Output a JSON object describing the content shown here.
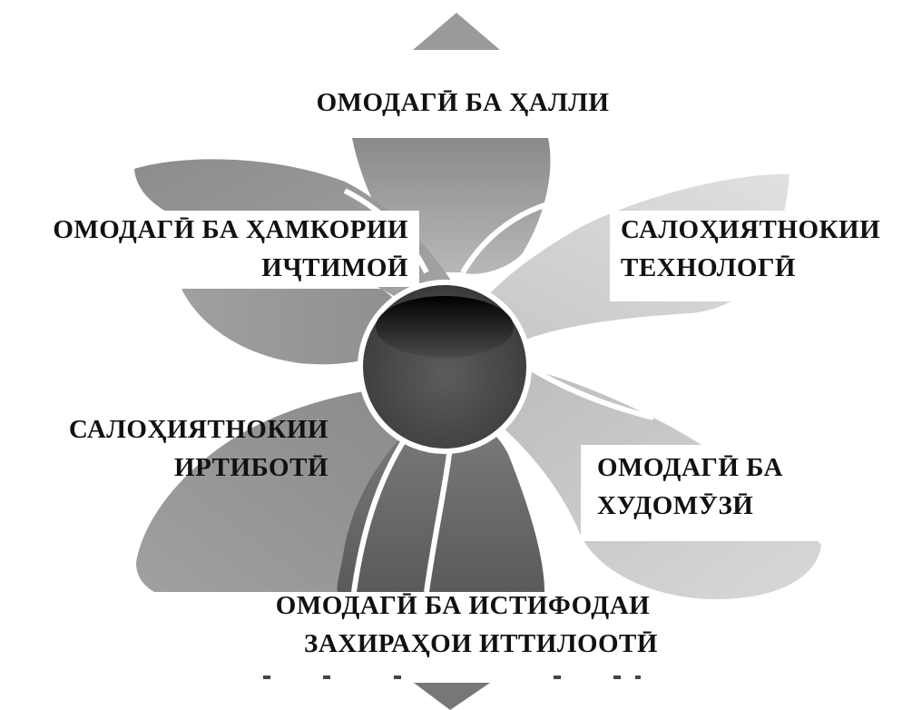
{
  "labels": {
    "top": [
      "ОМОДАГӢ БА ҲАЛЛИ"
    ],
    "top_left": [
      "ОМОДАГӢ БА ҲАМКОРИИ",
      "ИҶТИМОӢ"
    ],
    "top_right": [
      "САЛОҲИЯТНОКИИ",
      "ТЕХНОЛОГӢ"
    ],
    "bottom_left": [
      "САЛОҲИЯТНОКИИ",
      "ИРТИБОТӢ"
    ],
    "bottom_right": [
      "ОМОДАГӢ БА",
      "ХУДОМӮЗӢ"
    ],
    "bottom": [
      "ОМОДАГӢ БА ИСТИФОДАИ",
      "ЗАХИРАҲОИ ИТТИЛООТӢ"
    ]
  },
  "colors": {
    "petal_dark": "#6e6e6e",
    "petal_mid": "#9a9a9a",
    "petal_light": "#c8c8c8",
    "center_dark": "#3a3a3a",
    "center_top": "#111111"
  }
}
